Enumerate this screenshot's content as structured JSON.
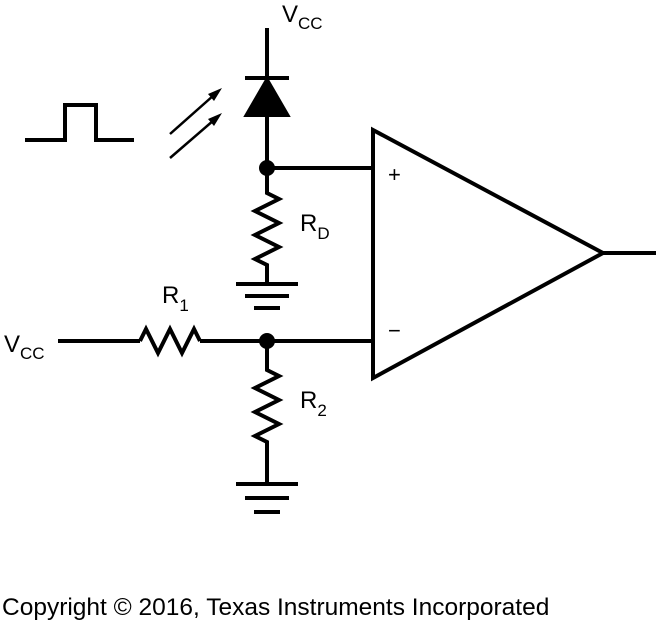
{
  "labels": {
    "vcc_top": {
      "main": "V",
      "sub": "CC"
    },
    "vcc_left": {
      "main": "V",
      "sub": "CC"
    },
    "rd": {
      "main": "R",
      "sub": "D"
    },
    "r1": {
      "main": "R",
      "sub": "1"
    },
    "r2": {
      "main": "R",
      "sub": "2"
    },
    "plus": "+",
    "minus": "−"
  },
  "copyright": "Copyright © 2016, Texas Instruments Incorporated"
}
